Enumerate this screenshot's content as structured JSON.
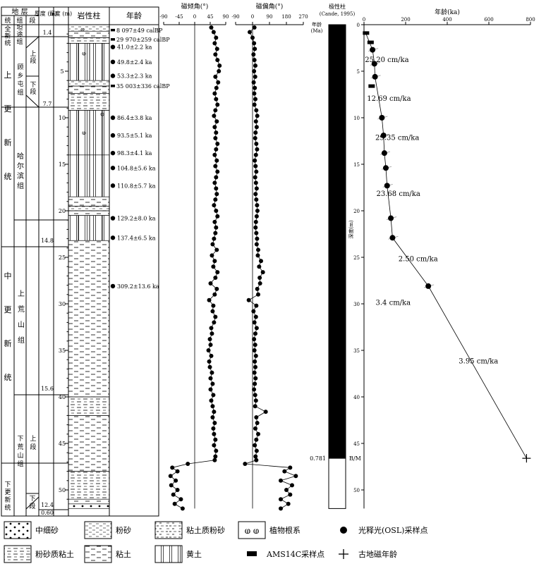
{
  "header": {
    "strat": "地 层",
    "system": "统",
    "group": "组",
    "member": "段",
    "thickness": "厚度 (m)",
    "depth": "深度 (m)",
    "lithology": "岩性柱",
    "age": "年龄"
  },
  "series_names": [
    "全新统",
    "上更新统",
    "中更新统",
    "下更新统"
  ],
  "group_names": [
    "坦途组",
    "顾乡屯组",
    "哈尔滨组",
    "上荒山组",
    "下荒山组"
  ],
  "member_names": [
    "上段",
    "下段",
    "上段",
    "下段"
  ],
  "thickness_values": [
    "1.4",
    "7.7",
    "14.8",
    "15.6",
    "12.4",
    "0.60"
  ],
  "depth_ticks": [
    "5",
    "10",
    "15",
    "20",
    "25",
    "30",
    "35",
    "40",
    "45",
    "50"
  ],
  "age_labels": [
    {
      "text": "8 097±49 calBP",
      "depth": 0.6,
      "marker": "ams"
    },
    {
      "text": "29 970±259 calBP",
      "depth": 1.6,
      "marker": "ams"
    },
    {
      "text": "41.0±2.2 ka",
      "depth": 2.4,
      "marker": "osl"
    },
    {
      "text": "49.8±2.4 ka",
      "depth": 4.0,
      "marker": "osl"
    },
    {
      "text": "53.3±2.3 ka",
      "depth": 5.5,
      "marker": "osl"
    },
    {
      "text": "35 003±336 calBP",
      "depth": 6.6,
      "marker": "ams"
    },
    {
      "text": "86.4±3.8 ka",
      "depth": 10.0,
      "marker": "osl"
    },
    {
      "text": "93.5±5.1 ka",
      "depth": 11.9,
      "marker": "osl"
    },
    {
      "text": "98.3±4.1 ka",
      "depth": 13.8,
      "marker": "osl"
    },
    {
      "text": "104.8±5.6 ka",
      "depth": 15.4,
      "marker": "osl"
    },
    {
      "text": "110.8±5.7 ka",
      "depth": 17.3,
      "marker": "osl"
    },
    {
      "text": "129.2±8.0 ka",
      "depth": 20.8,
      "marker": "osl"
    },
    {
      "text": "137.4±6.5 ka",
      "depth": 22.9,
      "marker": "osl"
    },
    {
      "text": "309.2±13.6 ka",
      "depth": 28.1,
      "marker": "osl"
    }
  ],
  "legend": [
    {
      "label": "中细砂",
      "pattern": "sand"
    },
    {
      "label": "粉砂",
      "pattern": "silt"
    },
    {
      "label": "粘土质粉砂",
      "pattern": "clayey-silt"
    },
    {
      "label": "植物根系",
      "pattern": "roots"
    },
    {
      "label": "光释光(OSL)采样点",
      "pattern": "osl"
    },
    {
      "label": "粉砂质粘土",
      "pattern": "silty-clay"
    },
    {
      "label": "粘土",
      "pattern": "clay"
    },
    {
      "label": "黄土",
      "pattern": "loess"
    },
    {
      "label": "AMS14C采样点",
      "pattern": "ams"
    },
    {
      "label": "古地磁年龄",
      "pattern": "paleomag"
    }
  ],
  "chart_data": [
    {
      "type": "line",
      "title": "磁倾角(°)",
      "xlim": [
        -90,
        90
      ],
      "xticks": [
        "-90",
        "-45",
        "0",
        "45",
        "90"
      ],
      "ylim": [
        0,
        52
      ],
      "y": [
        0.3,
        0.8,
        1.4,
        2.0,
        2.6,
        3.2,
        3.8,
        4.4,
        5.0,
        5.6,
        6.2,
        6.8,
        7.4,
        8.0,
        8.6,
        9.2,
        9.8,
        10.4,
        11.0,
        11.6,
        12.2,
        12.8,
        13.4,
        14.0,
        14.6,
        15.2,
        15.8,
        16.4,
        17.0,
        17.6,
        18.2,
        18.8,
        19.4,
        20.0,
        20.6,
        21.2,
        21.8,
        22.4,
        23.0,
        23.6,
        24.2,
        24.8,
        25.4,
        26.0,
        26.6,
        27.2,
        27.8,
        28.4,
        29.0,
        29.6,
        30.2,
        30.8,
        31.4,
        32.0,
        32.6,
        33.2,
        33.8,
        34.4,
        35.0,
        35.6,
        36.2,
        36.8,
        37.4,
        38.0,
        38.6,
        39.2,
        39.8,
        40.4,
        41.0,
        41.6,
        42.2,
        42.8,
        43.4,
        44.0,
        44.6,
        45.2,
        45.8,
        46.4,
        46.8,
        47.2,
        47.6,
        48.0,
        48.5,
        49.0,
        49.5,
        50.0,
        50.5,
        51.0,
        51.5,
        52.0
      ],
      "x": [
        48,
        55,
        62,
        58,
        65,
        60,
        66,
        72,
        70,
        60,
        68,
        63,
        58,
        62,
        66,
        60,
        56,
        64,
        58,
        62,
        60,
        66,
        62,
        58,
        64,
        60,
        66,
        62,
        58,
        62,
        64,
        60,
        56,
        62,
        66,
        58,
        62,
        60,
        56,
        52,
        64,
        50,
        58,
        54,
        66,
        60,
        46,
        64,
        58,
        42,
        54,
        52,
        60,
        56,
        48,
        50,
        44,
        46,
        40,
        48,
        42,
        44,
        50,
        46,
        52,
        46,
        54,
        48,
        52,
        56,
        52,
        58,
        54,
        56,
        60,
        56,
        62,
        60,
        58,
        -20,
        -65,
        -50,
        -70,
        -55,
        -68,
        -50,
        -62,
        -40,
        -58,
        -35
      ]
    },
    {
      "type": "line",
      "title": "磁偏角(°)",
      "xlim": [
        -90,
        270
      ],
      "xticks": [
        "-90",
        "0",
        "90",
        "180",
        "270"
      ],
      "ylim": [
        0,
        52
      ],
      "y": [
        0.3,
        0.8,
        1.4,
        2.0,
        2.6,
        3.2,
        3.8,
        4.4,
        5.0,
        5.6,
        6.2,
        6.8,
        7.4,
        8.0,
        8.6,
        9.2,
        9.8,
        10.4,
        11.0,
        11.6,
        12.2,
        12.8,
        13.4,
        14.0,
        14.6,
        15.2,
        15.8,
        16.4,
        17.0,
        17.6,
        18.2,
        18.8,
        19.4,
        20.0,
        20.6,
        21.2,
        21.8,
        22.4,
        23.0,
        23.6,
        24.2,
        24.8,
        25.4,
        26.0,
        26.6,
        27.2,
        27.8,
        28.4,
        29.0,
        29.6,
        30.2,
        30.8,
        31.4,
        32.0,
        32.6,
        33.2,
        33.8,
        34.4,
        35.0,
        35.6,
        36.2,
        36.8,
        37.4,
        38.0,
        38.6,
        39.2,
        39.8,
        40.4,
        41.0,
        41.6,
        42.2,
        42.8,
        43.4,
        44.0,
        44.6,
        45.2,
        45.8,
        46.4,
        46.8,
        47.2,
        47.6,
        48.0,
        48.5,
        49.0,
        49.5,
        50.0,
        50.5,
        51.0,
        51.5,
        52.0
      ],
      "x": [
        10,
        -15,
        0,
        8,
        12,
        5,
        10,
        15,
        8,
        14,
        6,
        12,
        9,
        15,
        10,
        20,
        25,
        18,
        22,
        16,
        14,
        20,
        24,
        18,
        12,
        16,
        20,
        14,
        18,
        22,
        16,
        20,
        24,
        26,
        22,
        18,
        16,
        20,
        24,
        22,
        30,
        28,
        45,
        35,
        55,
        38,
        40,
        25,
        30,
        -20,
        20,
        5,
        18,
        10,
        22,
        15,
        8,
        14,
        10,
        18,
        12,
        15,
        10,
        16,
        12,
        8,
        14,
        18,
        14,
        70,
        20,
        25,
        15,
        30,
        20,
        12,
        22,
        16,
        20,
        -40,
        200,
        170,
        230,
        150,
        210,
        180,
        200,
        150,
        190,
        150
      ]
    },
    {
      "type": "bar",
      "title": "极性柱 (Cande, 1995)",
      "y_label": "年龄 (Ma)",
      "boundary_age": "0.781",
      "boundary_label": "B/M",
      "boundary_depth": 46.6,
      "segments": [
        {
          "from_depth": 0,
          "to_depth": 46.6,
          "polarity": "normal"
        },
        {
          "from_depth": 46.6,
          "to_depth": 52,
          "polarity": "reversed"
        }
      ]
    },
    {
      "type": "scatter",
      "title": "年龄(ka)",
      "ylabel": "深度(m)",
      "xlim": [
        0,
        800
      ],
      "ylim": [
        0,
        52
      ],
      "xticks": [
        "0",
        "200",
        "400",
        "600",
        "800"
      ],
      "yticks": [
        "0",
        "5",
        "10",
        "15",
        "20",
        "25",
        "30",
        "35",
        "40",
        "45",
        "50"
      ],
      "ams_points": [
        {
          "x": 8,
          "y": 0.9
        },
        {
          "x": 30,
          "y": 1.9
        },
        {
          "x": 35,
          "y": 6.6
        }
      ],
      "osl_points": [
        {
          "x": 41,
          "y": 2.7
        },
        {
          "x": 50,
          "y": 4.2
        },
        {
          "x": 53,
          "y": 5.6
        },
        {
          "x": 86,
          "y": 10.0
        },
        {
          "x": 94,
          "y": 11.9
        },
        {
          "x": 98,
          "y": 13.8
        },
        {
          "x": 105,
          "y": 15.4
        },
        {
          "x": 111,
          "y": 17.3
        },
        {
          "x": 129,
          "y": 20.8
        },
        {
          "x": 137,
          "y": 22.9
        },
        {
          "x": 309,
          "y": 28.1
        }
      ],
      "paleomag_point": {
        "x": 781,
        "y": 46.6
      },
      "line": [
        {
          "x": 8,
          "y": 0.9
        },
        {
          "x": 41,
          "y": 2.7
        },
        {
          "x": 50,
          "y": 4.2
        },
        {
          "x": 53,
          "y": 5.6
        },
        {
          "x": 86,
          "y": 10.0
        },
        {
          "x": 94,
          "y": 11.9
        },
        {
          "x": 98,
          "y": 13.8
        },
        {
          "x": 105,
          "y": 15.4
        },
        {
          "x": 111,
          "y": 17.3
        },
        {
          "x": 129,
          "y": 20.8
        },
        {
          "x": 137,
          "y": 22.9
        },
        {
          "x": 309,
          "y": 28.1
        },
        {
          "x": 781,
          "y": 46.6
        }
      ],
      "annotations": [
        {
          "text": "25.20 cm/ka",
          "x": 110,
          "y": 4.0
        },
        {
          "text": "12.69 cm/ka",
          "x": 120,
          "y": 8.2
        },
        {
          "text": "29.35 cm/ka",
          "x": 160,
          "y": 12.4
        },
        {
          "text": "23.68 cm/ka",
          "x": 165,
          "y": 18.4
        },
        {
          "text": "2.50 cm/ka",
          "x": 260,
          "y": 25.4
        },
        {
          "text": "3.4 cm/ka",
          "x": 140,
          "y": 30.1
        },
        {
          "text": "3.95 cm/ka",
          "x": 550,
          "y": 36.4
        }
      ]
    }
  ]
}
